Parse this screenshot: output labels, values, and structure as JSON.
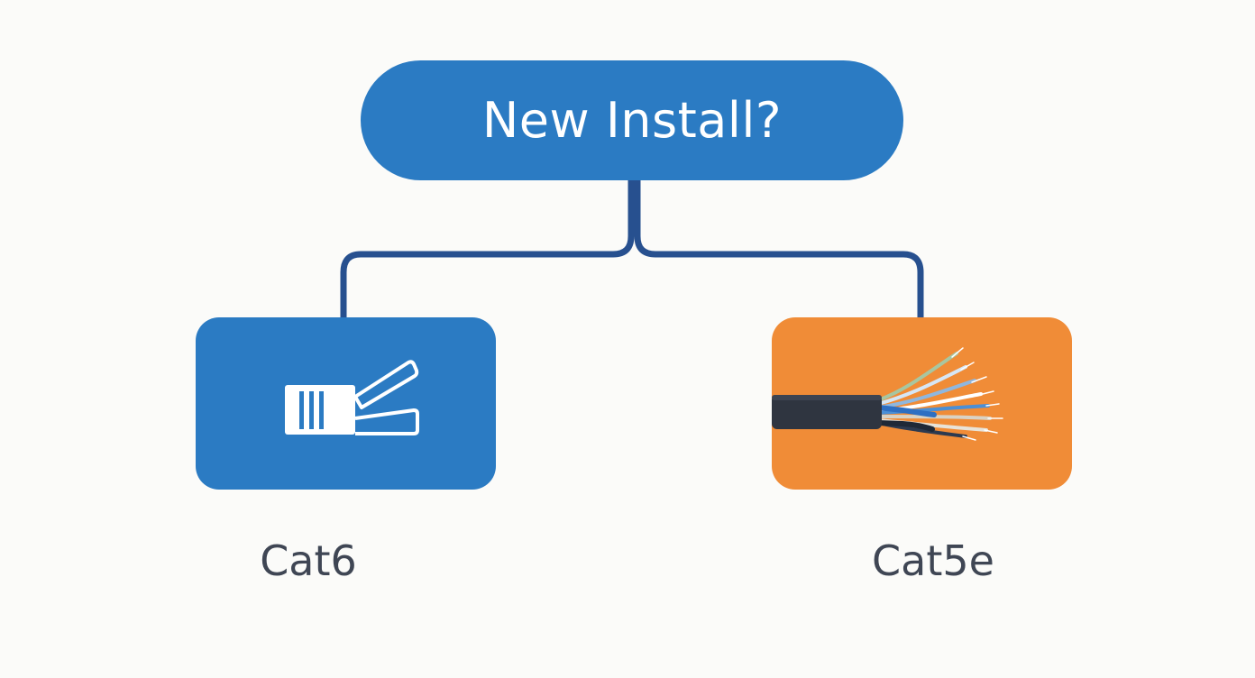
{
  "root": {
    "label": "New Install?",
    "color": "#2b7bc3"
  },
  "options": [
    {
      "id": "left",
      "label": "Cat6",
      "color": "#2b7bc3",
      "icon": "rj45-connector-icon"
    },
    {
      "id": "right",
      "label": "Cat5e",
      "color": "#f08c37",
      "icon": "cable-wires-icon"
    }
  ],
  "connector_color": "#27508f",
  "label_color": "#3f4654"
}
